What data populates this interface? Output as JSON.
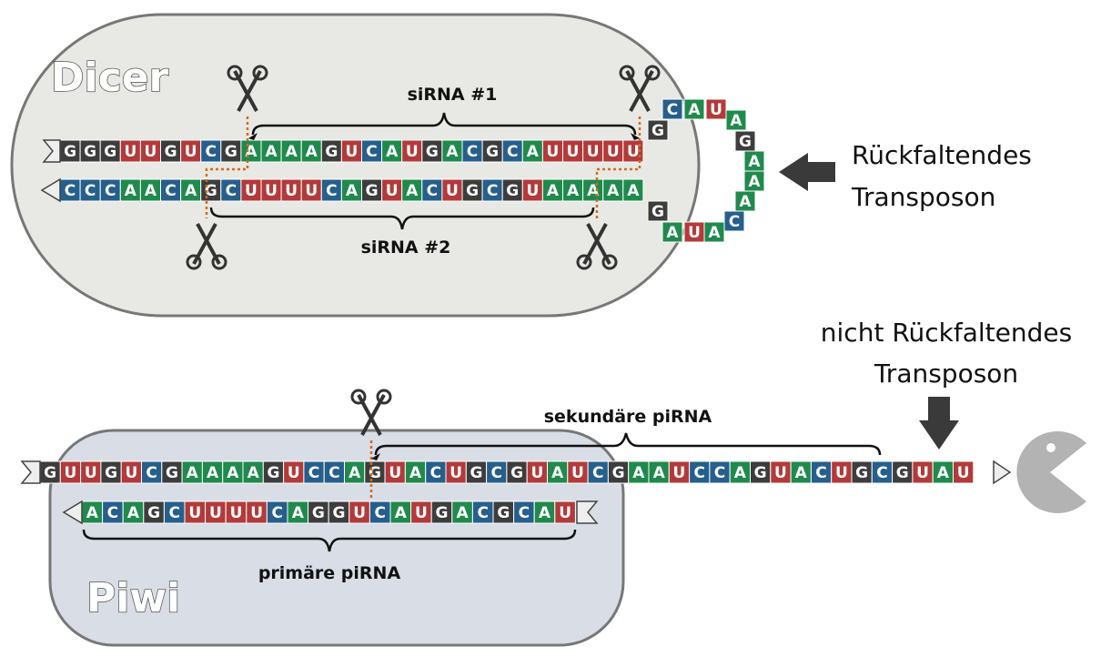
{
  "colors": {
    "A": "#1f8a4c",
    "C": "#265f8c",
    "G": "#3d3d3d",
    "U": "#b33a3a",
    "dicer_bg": "#e8e9e4",
    "piwi_bg": "#d8dde6",
    "box_stroke": "#777777",
    "cut_line": "#d26a1e"
  },
  "icons": {
    "scissors": "scissors-icon",
    "arrow": "arrow-icon",
    "pacman": "pacman-icon"
  },
  "dicer": {
    "label": "Dicer",
    "top_strand": "GGGUUGUCGAAAAGUCAUGACGCAUUUUU",
    "bottom_strand": "CCCAACAGCUUUUCAGUACUGCGUAAAAA",
    "loop_top": "CAU",
    "loop_right": "AGAAA",
    "loop_bottom": "AUAC",
    "loop_g_top": "G",
    "loop_g_bottom": "G",
    "sirna1_label": "siRNA #1",
    "sirna2_label": "siRNA #2"
  },
  "foldback_label": {
    "line1": "Rückfaltendes",
    "line2": "Transposon"
  },
  "nonfold_label": {
    "line1": "nicht Rückfaltendes",
    "line2": "Transposon"
  },
  "piwi": {
    "label": "Piwi",
    "long_strand": "GUUGUCGAAAAGUCCAGUACUGCGUAUCGAAUCCAGUACUGCGUAU",
    "short_strand": "ACAGCUUUUCAGGUCAUGACGCAU",
    "secondary_label": "sekundäre piRNA",
    "primary_label": "primäre piRNA"
  }
}
